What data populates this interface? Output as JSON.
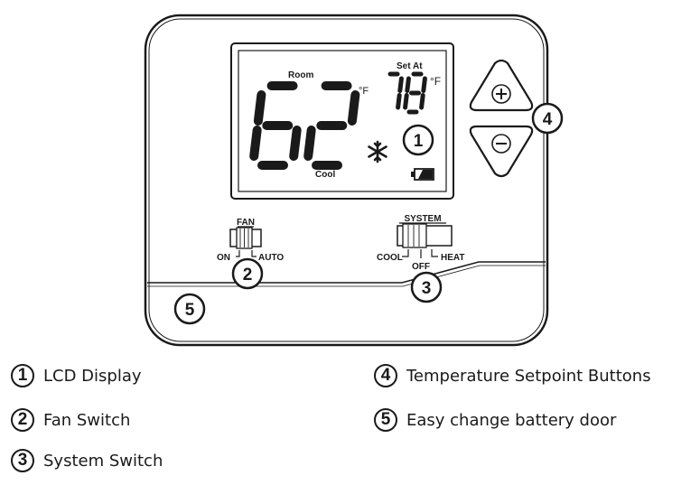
{
  "display": {
    "room_label": "Room",
    "room_temp": "62",
    "room_unit": "°F",
    "set_label": "Set At",
    "set_temp": "78",
    "set_unit": "°F",
    "mode_label": "Cool"
  },
  "fan_switch": {
    "title": "FAN",
    "left": "ON",
    "right": "AUTO"
  },
  "system_switch": {
    "title": "SYSTEM",
    "left": "COOL",
    "middle": "OFF",
    "right": "HEAT"
  },
  "callouts": [
    "1",
    "2",
    "3",
    "4",
    "5"
  ],
  "legend": [
    {
      "num": "1",
      "label": "LCD Display"
    },
    {
      "num": "2",
      "label": "Fan Switch"
    },
    {
      "num": "3",
      "label": "System Switch"
    },
    {
      "num": "4",
      "label": "Temperature Setpoint Buttons"
    },
    {
      "num": "5",
      "label": "Easy change battery door"
    }
  ]
}
